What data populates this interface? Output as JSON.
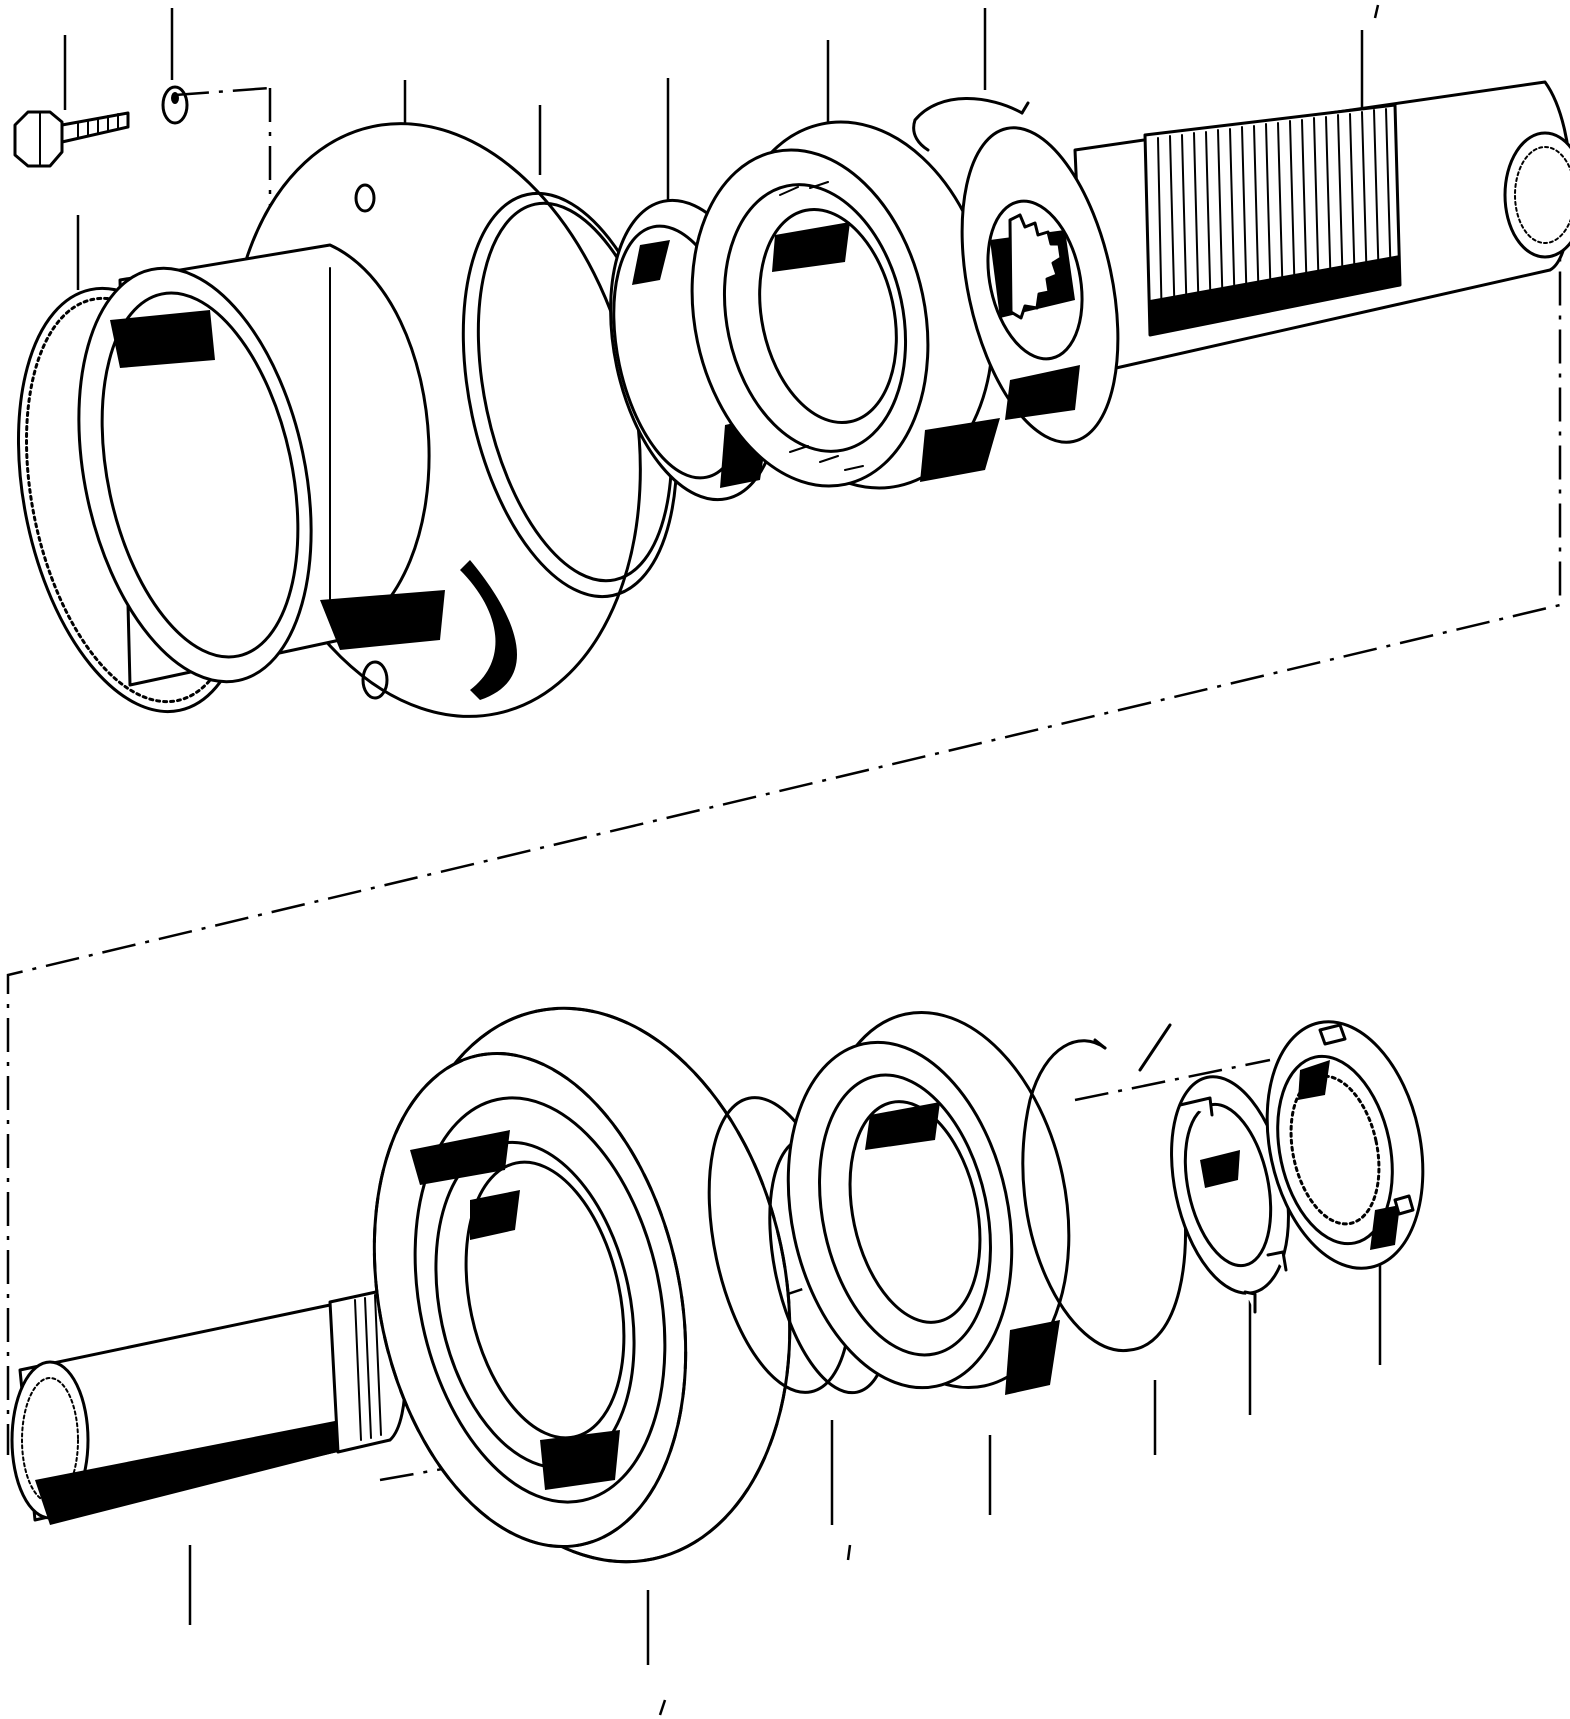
{
  "figure": {
    "description_free": true,
    "colors": {
      "ink": "#000000",
      "paper": "#ffffff"
    }
  },
  "upper_assembly": {
    "parts": [
      "hex-bolt",
      "lock-washer",
      "sealing-ring",
      "bearing-housing",
      "gasket",
      "spacer-ring",
      "roller-bearing",
      "snap-ring",
      "splined-shaft"
    ]
  },
  "lower_assembly": {
    "parts": [
      "output-shaft",
      "helical-gear",
      "circlip",
      "ball-bearing",
      "retaining-ring",
      "tab-washer",
      "slotted-nut"
    ]
  }
}
